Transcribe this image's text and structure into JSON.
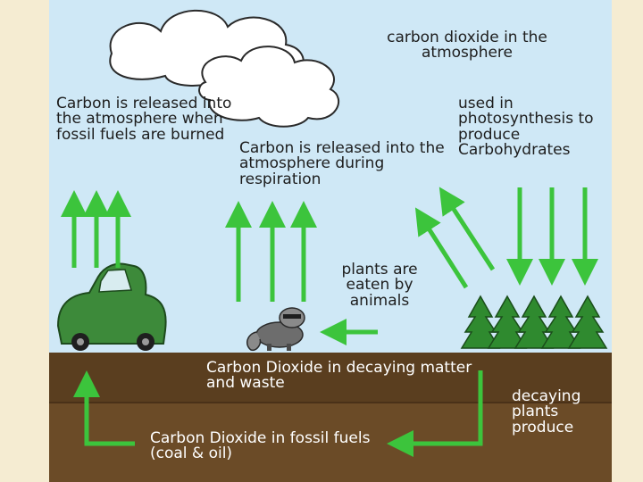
{
  "labels": {
    "atmosphere": "carbon dioxide in the atmosphere",
    "fossil_burn": "Carbon is released into the atmosphere when fossil fuels are burned",
    "respiration": "Carbon is released into the atmosphere during respiration",
    "photosynthesis": "used in photosynthesis to produce Carbohydrates",
    "eaten": "plants are eaten by animals",
    "decaying_matter": "Carbon Dioxide in decaying matter and waste",
    "decaying_plants": "decaying plants produce",
    "fossil_store": "Carbon Dioxide in fossil fuels (coal & oil)"
  },
  "icons": {
    "cloud": "cloud-icon",
    "car": "car-icon",
    "raccoon": "raccoon-icon",
    "trees": "pine-tree-icon"
  },
  "colors": {
    "arrow": "#3cc43c",
    "sky": "#cfe8f6",
    "soil": "#5a3e1f",
    "trees": "#2f8a2f",
    "car": "#3d8a3a"
  }
}
